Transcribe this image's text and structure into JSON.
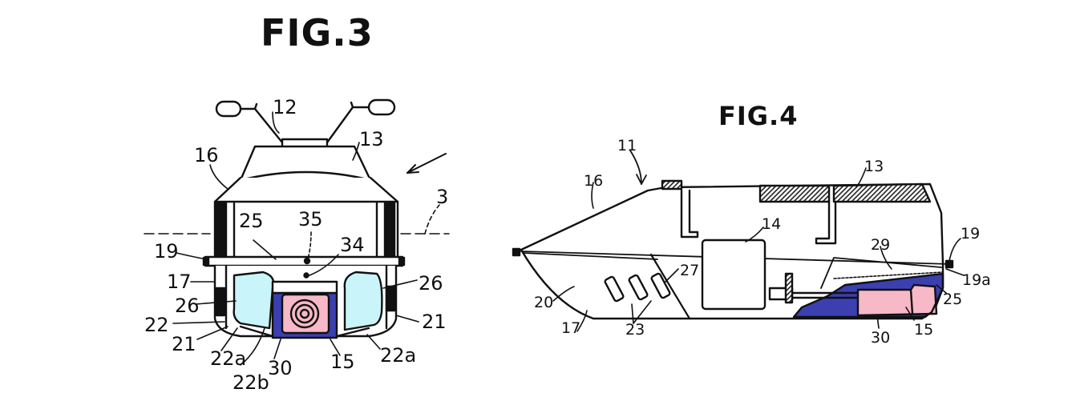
{
  "figures": [
    {
      "title": "FIG.3",
      "labels": {
        "n12": "12",
        "n13": "13",
        "n16": "16",
        "n19": "19",
        "n25": "25",
        "n35": "35",
        "n34": "34",
        "n17": "17",
        "n26_left": "26",
        "n26_right": "26",
        "n22": "22",
        "n21_left": "21",
        "n21_right": "21",
        "n22a_left": "22a",
        "n22a_right": "22a",
        "n30": "30",
        "n15": "15",
        "n22b": "22b",
        "n3_partial": "3"
      }
    },
    {
      "title": "FIG.4",
      "labels": {
        "n11": "11",
        "n16": "16",
        "n13": "13",
        "n14": "14",
        "n19": "19",
        "n29": "29",
        "n19a": "19a",
        "n27": "27",
        "n20": "20",
        "n17": "17",
        "n23": "23",
        "n25": "25",
        "n30": "30",
        "n15": "15"
      }
    }
  ],
  "colors": {
    "line": "#111111",
    "compartment_fill": "#c8f4fa",
    "frame_fill": "#3b3fb0",
    "engine_fill": "#f7b8c8",
    "seat_hatch": "#222222"
  }
}
